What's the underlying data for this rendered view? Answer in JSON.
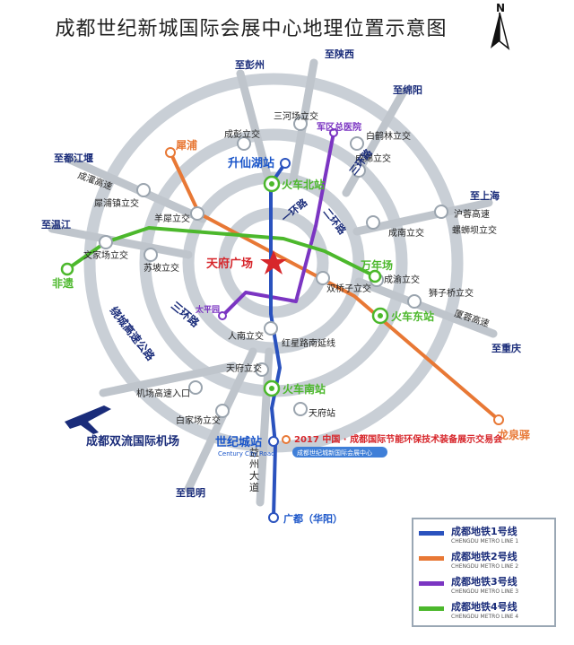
{
  "title": "成都世纪新城国际会展中心地理位置示意图",
  "compass": {
    "letter": "N",
    "icon": "north-arrow-icon"
  },
  "colors": {
    "ring": "#c9cfd6",
    "road": "#bfc5cc",
    "line1": "#2a52be",
    "line2": "#e87835",
    "line3": "#7b35c2",
    "line4": "#4cb82c",
    "direction_text": "#1a2c7a",
    "station_text": "#1a55c9",
    "star": "#d7262b"
  },
  "directions": [
    {
      "id": "pengzhou",
      "label": "至彭州"
    },
    {
      "id": "shaanxi",
      "label": "至陕西"
    },
    {
      "id": "mianyang",
      "label": "至绵阳"
    },
    {
      "id": "jiangyan",
      "label": "至都江堰"
    },
    {
      "id": "shanghai",
      "label": "至上海"
    },
    {
      "id": "wenjiang",
      "label": "至温江"
    },
    {
      "id": "chongqing",
      "label": "至重庆"
    },
    {
      "id": "kunming",
      "label": "至昆明"
    }
  ],
  "interchanges": [
    "三河场立交",
    "成彭立交",
    "白鹤林立交",
    "成绵立交",
    "犀浦镇立交",
    "羊犀立交",
    "沪蓉高速",
    "成南立交",
    "螺蛳坝立交",
    "文家场立交",
    "苏坡立交",
    "成渝立交",
    "双桥子立交",
    "狮子桥立交",
    "人南立交",
    "天府立交",
    "机场高速入口",
    "白家场立交",
    "天府站"
  ],
  "roads": {
    "chengguan": "成灌高速",
    "ring3_north": "三环路",
    "ring1": "一环路",
    "ring2": "二环路",
    "ring3_sw": "三环路",
    "raocheng": "绕城高速公路",
    "hongxing": "红星路南延线",
    "yizhou": "益州大道",
    "shayu": "厦蓉高速"
  },
  "stations": {
    "shengxian": "升仙湖站",
    "huoche_bei": "火车北站",
    "tianfu_square": "天府广场",
    "wannian": "万年场",
    "huoche_dong": "火车东站",
    "huoche_nan": "火车南站",
    "century_city": "世纪城站",
    "century_city_en": "Century City Road",
    "xipu": "犀浦",
    "feiyi": "非遗",
    "longquanyi": "龙泉驿",
    "taipingyuan": "太平园",
    "junqu": "军区总医院",
    "guangdu": "广都（华阳）"
  },
  "airport": {
    "label": "成都双流国际机场",
    "icon": "airplane-icon"
  },
  "venue": {
    "name": "2017 中国 · 成都国际节能环保技术装备展示交易会",
    "sub": "成都世纪城新国际会展中心"
  },
  "legend": [
    {
      "zh": "成都地铁1号线",
      "en": "CHENGDU METRO LINE 1",
      "color": "#2a52be"
    },
    {
      "zh": "成都地铁2号线",
      "en": "CHENGDU METRO LINE 2",
      "color": "#e87835"
    },
    {
      "zh": "成都地铁3号线",
      "en": "CHENGDU METRO LINE 3",
      "color": "#7b35c2"
    },
    {
      "zh": "成都地铁4号线",
      "en": "CHENGDU METRO LINE 4",
      "color": "#4cb82c"
    }
  ]
}
